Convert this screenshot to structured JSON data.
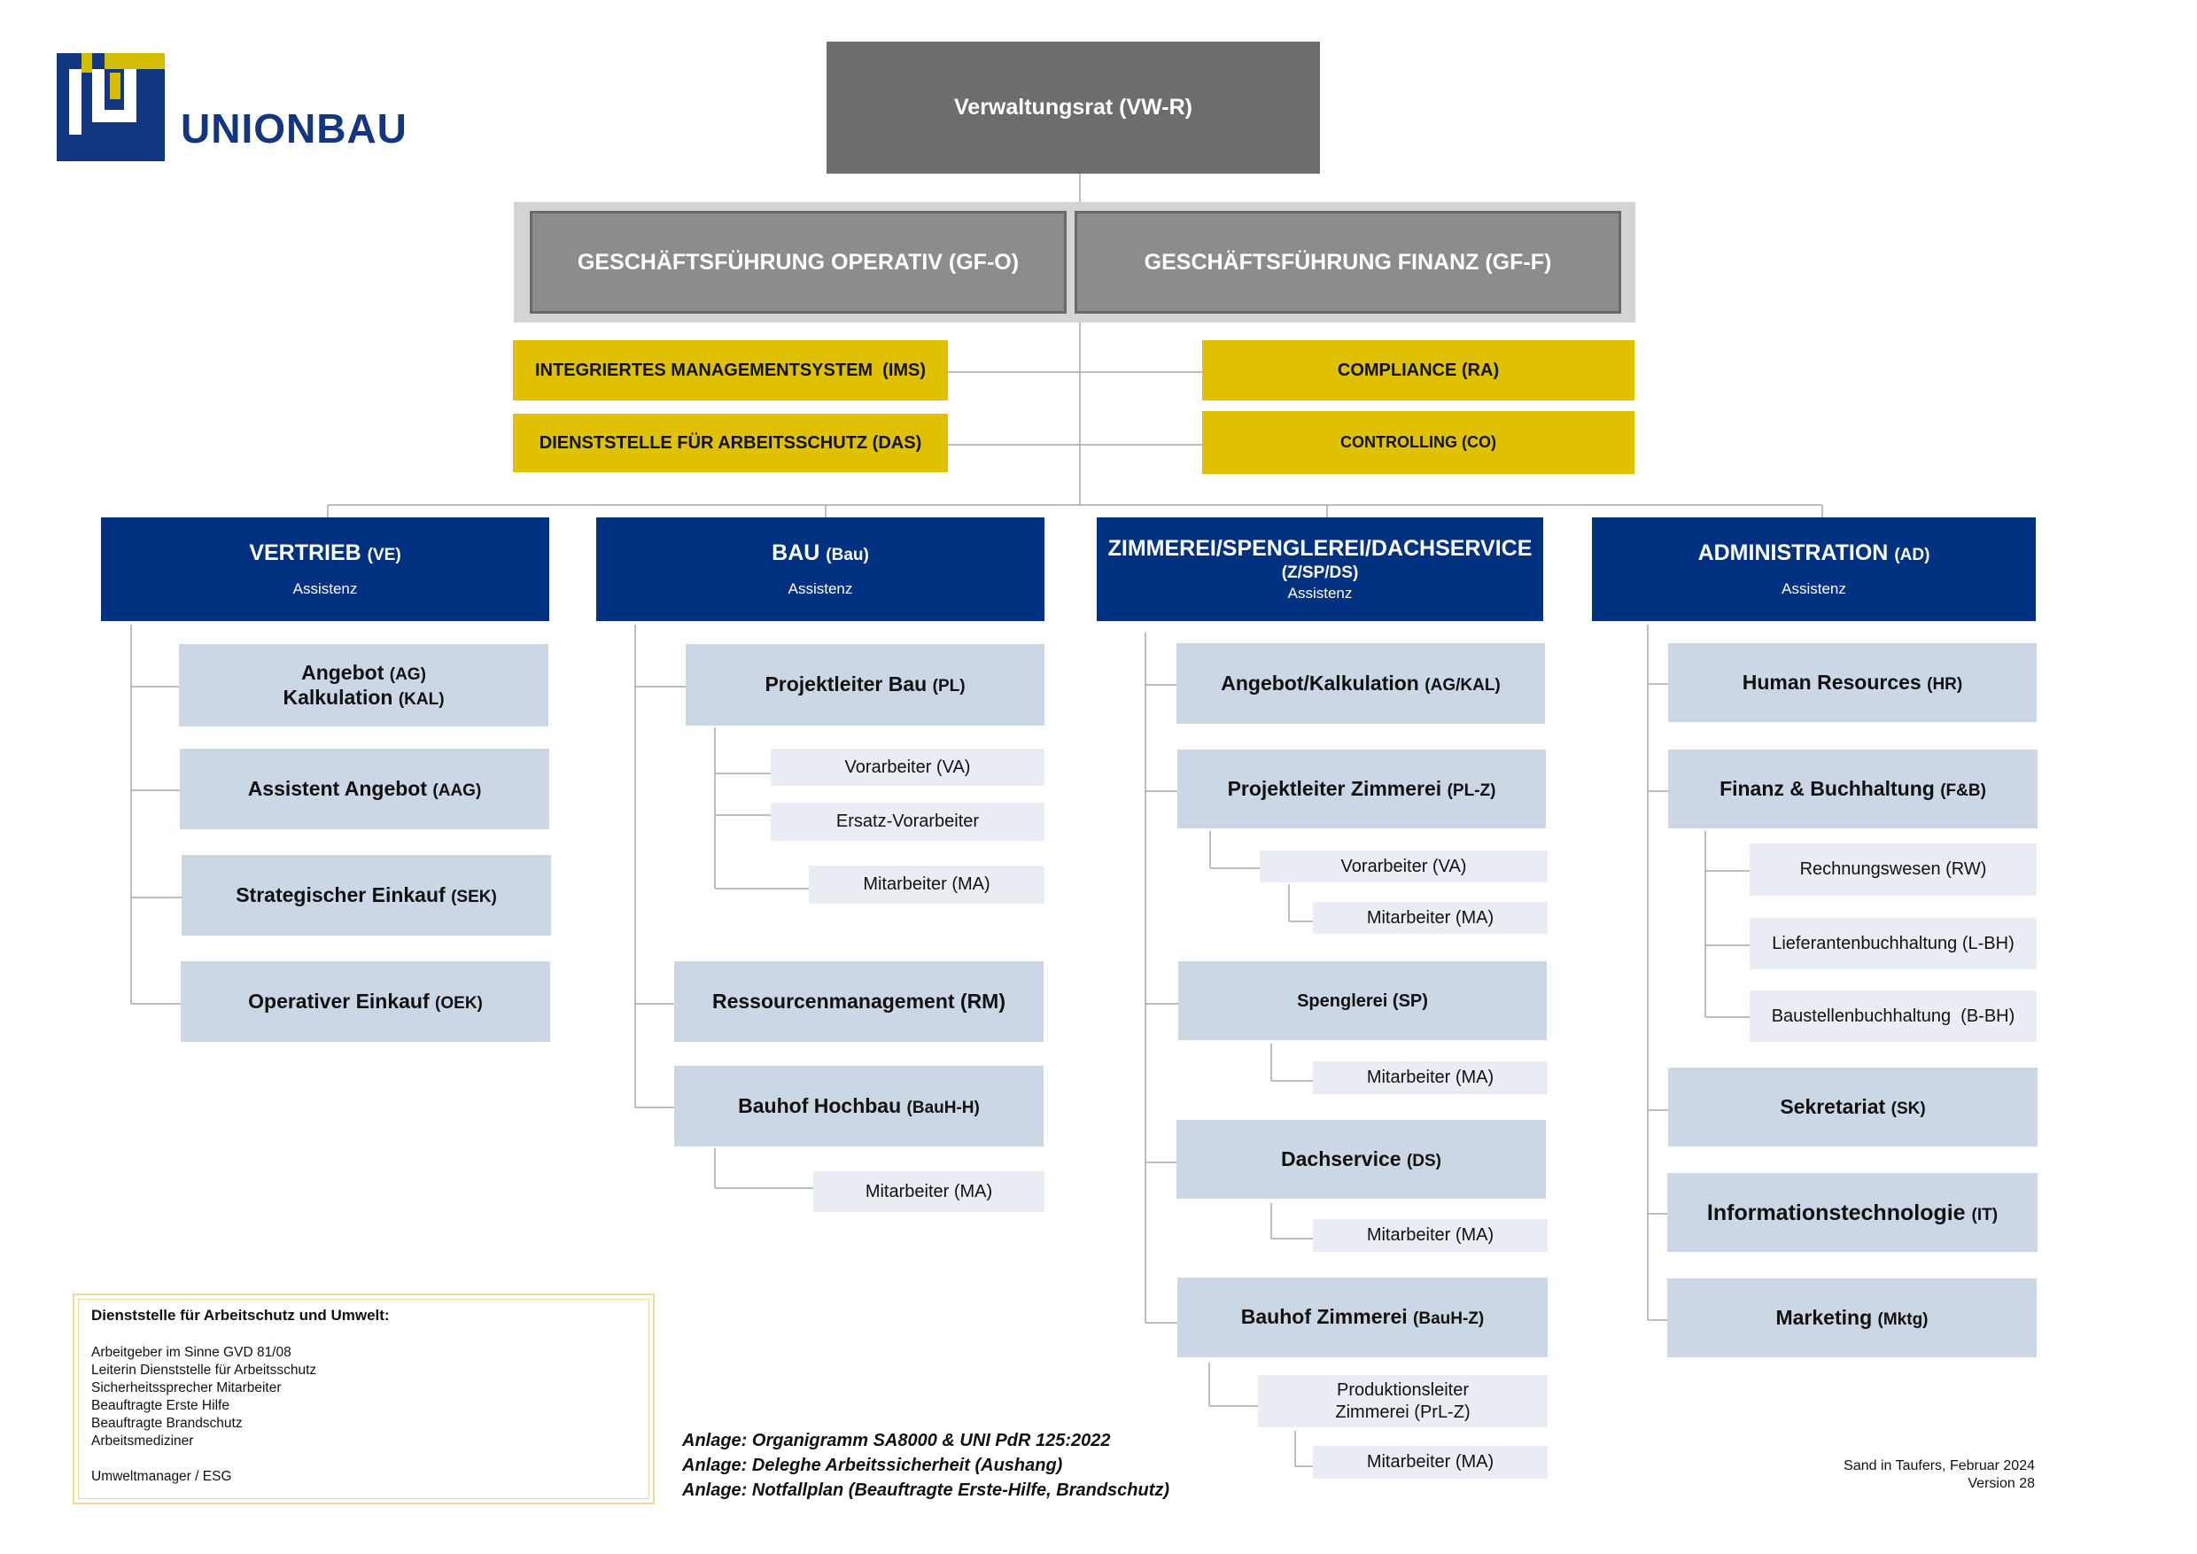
{
  "logo": {
    "text": "UNIONBAU",
    "mark_color": "#12367f",
    "accent_color": "#d4bc00"
  },
  "top": {
    "label": "Verwaltungsrat (VW-R)"
  },
  "gf": {
    "operativ": "GESCHÄFTSFÜHRUNG OPERATIV (GF-O)",
    "finanz": "GESCHÄFTSFÜHRUNG FINANZ (GF-F)"
  },
  "staff": {
    "ims": "INTEGRIERTES MANAGEMENTSYSTEM  (IMS)",
    "das": "DIENSTSTELLE FÜR ARBEITSSCHUTZ (DAS)",
    "ra": "COMPLIANCE (RA)",
    "co": "CONTROLLING (CO)"
  },
  "departments": {
    "ve": {
      "name": "VERTRIEB",
      "abbr": "(VE)",
      "sub": "Assistenz"
    },
    "bau": {
      "name": "BAU",
      "abbr": "(Bau)",
      "sub": "Assistenz"
    },
    "zsd": {
      "name": "ZIMMEREI/SPENGLEREI/DACHSERVICE",
      "abbr": "(Z/SP/DS)",
      "sub": "Assistenz"
    },
    "ad": {
      "name": "ADMINISTRATION",
      "abbr": "(AD)",
      "sub": "Assistenz"
    }
  },
  "ve_units": {
    "ag_line1": "Angebot",
    "ag_abbr1": "(AG)",
    "ag_line2": "Kalkulation",
    "ag_abbr2": "(KAL)",
    "aag": "Assistent Angebot",
    "aag_abbr": "(AAG)",
    "sek": "Strategischer Einkauf",
    "sek_abbr": "(SEK)",
    "oek": "Operativer Einkauf",
    "oek_abbr": "(OEK)"
  },
  "bau_units": {
    "pl": "Projektleiter Bau",
    "pl_abbr": "(PL)",
    "va": "Vorarbeiter (VA)",
    "eva": "Ersatz-Vorarbeiter",
    "ma1": "Mitarbeiter (MA)",
    "rm": "Ressourcenmanagement (RM)",
    "bauh": "Bauhof Hochbau",
    "bauh_abbr": "(BauH-H)",
    "ma2": "Mitarbeiter (MA)"
  },
  "zsd_units": {
    "agkal": "Angebot/Kalkulation",
    "agkal_abbr": "(AG/KAL)",
    "plz": "Projektleiter Zimmerei",
    "plz_abbr": "(PL-Z)",
    "va": "Vorarbeiter (VA)",
    "ma1": "Mitarbeiter (MA)",
    "sp": "Spenglerei (SP)",
    "ma2": "Mitarbeiter (MA)",
    "ds": "Dachservice",
    "ds_abbr": "(DS)",
    "ma3": "Mitarbeiter (MA)",
    "bauz": "Bauhof Zimmerei",
    "bauz_abbr": "(BauH-Z)",
    "prl_line1": "Produktionsleiter",
    "prl_line2": "Zimmerei (PrL-Z)",
    "ma4": "Mitarbeiter (MA)"
  },
  "ad_units": {
    "hr": "Human Resources",
    "hr_abbr": "(HR)",
    "fb": "Finanz & Buchhaltung",
    "fb_abbr": "(F&B)",
    "rw": "Rechnungswesen (RW)",
    "lbh": "Lieferantenbuchhaltung (L-BH)",
    "bbh": "Baustellenbuchhaltung  (B-BH)",
    "sk": "Sekretariat",
    "sk_abbr": "(SK)",
    "it": "Informationstechnologie",
    "it_abbr": "(IT)",
    "mktg": "Marketing",
    "mktg_abbr": "(Mktg)"
  },
  "legend": {
    "title": "Dienststelle für Arbeitschutz und Umwelt:",
    "items": [
      "Arbeitgeber im Sinne GVD 81/08",
      "Leiterin Dienststelle für Arbeitsschutz",
      "Sicherheitssprecher Mitarbeiter",
      "Beauftragte Erste Hilfe",
      "Beauftragte Brandschutz",
      "Arbeitsmediziner"
    ],
    "last": "Umweltmanager / ESG"
  },
  "anlagen": [
    "Anlage: Organigramm SA8000 & UNI PdR 125:2022",
    "Anlage: Deleghe Arbeitssicherheit (Aushang)",
    "Anlage: Notfallplan (Beauftragte Erste-Hilfe, Brandschutz)"
  ],
  "footer": {
    "place_date": "Sand in Taufers, Februar 2024",
    "version": "Version 28"
  },
  "colors": {
    "gray_dark": "#6d6d70",
    "gray_mid": "#8c8c8c",
    "yellow": "#dfc100",
    "navy": "#003180",
    "light_blue": "#cbd7e5",
    "lighter": "#eaeef4",
    "line": "#a9a9a9"
  }
}
